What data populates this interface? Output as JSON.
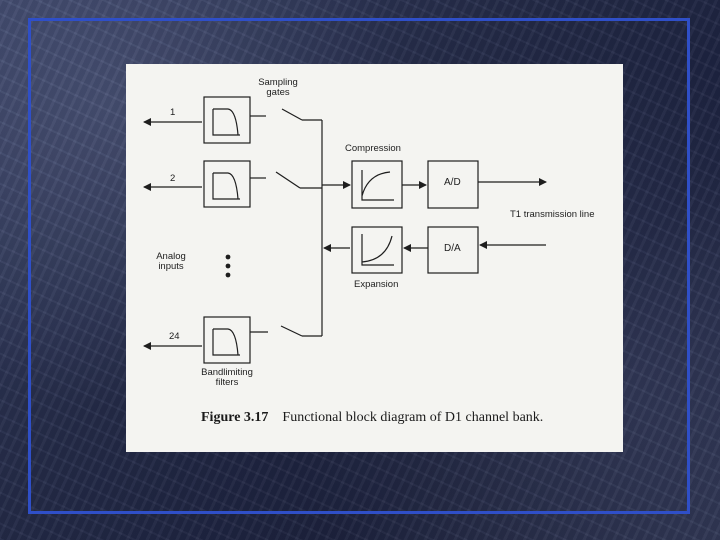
{
  "figure": {
    "caption_number": "Figure 3.17",
    "caption_text": "Functional block diagram of D1 channel bank.",
    "labels": {
      "sampling_gates": "Sampling gates",
      "compression": "Compression",
      "expansion": "Expansion",
      "ad": "A/D",
      "da": "D/A",
      "t1_line": "T1 transmission line",
      "analog_inputs": "Analog inputs",
      "bandlimiting_filters": "Bandlimiting filters",
      "channel_1": "1",
      "channel_2": "2",
      "channel_24": "24"
    },
    "colors": {
      "frame": "#2f4fc8",
      "paper": "#f4f4f1",
      "ink": "#1e1e1e"
    }
  }
}
